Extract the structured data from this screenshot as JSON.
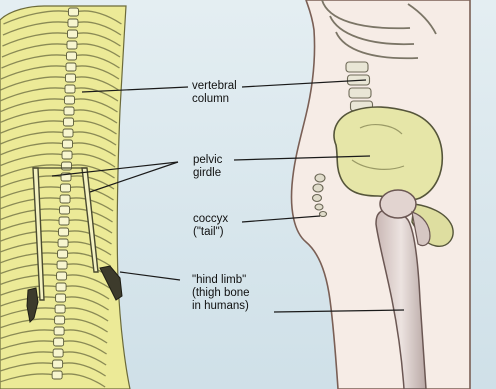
{
  "labels": {
    "vertebral_column": {
      "line1": "vertebral",
      "line2": "column"
    },
    "pelvic_girdle": {
      "line1": "pelvic",
      "line2": "girdle"
    },
    "coccyx": {
      "line1": "coccyx",
      "line2": "(\"tail\")"
    },
    "hind_limb": {
      "line1": "\"hind limb\"",
      "line2": "(thigh bone",
      "line3": "in humans)"
    }
  },
  "colors": {
    "background": "#d9e8ef",
    "snake_body": "#ecea97",
    "bone": "#e6e6a8",
    "bone_shadow": "#b9b97a",
    "skin": "#f6ece6",
    "outline": "#3a3a2a"
  }
}
